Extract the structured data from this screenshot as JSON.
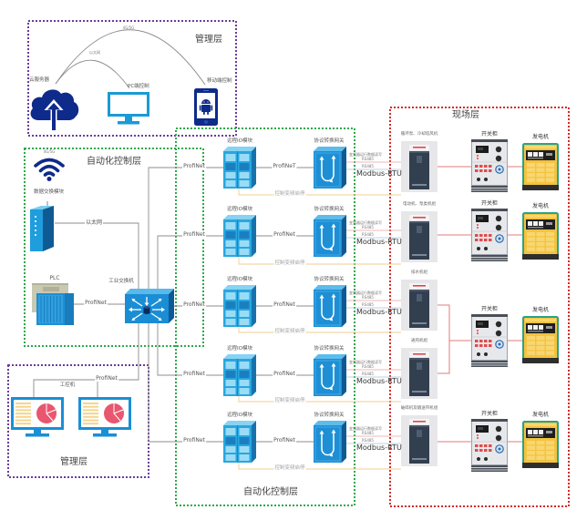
{
  "diagram": {
    "colors": {
      "management_layer": "#6a3d9a",
      "automation_layer": "#2ea84c",
      "field_layer": "#d42a2a",
      "network_line": "#8c8c8c",
      "control_line": "#f2cd92",
      "signal_line_a": "#e9a3a3",
      "signal_line_b": "#a9c1da",
      "power_line": "#e27b7b",
      "device_blue": "#1e8fd5",
      "icon_navy": "#0e2a8a"
    }
  },
  "management_top": {
    "title": "管理层",
    "wireless_link_label": "4G/5G",
    "ethernet_link_label": "以太网",
    "cloud_server_label": "云服务器",
    "pc_control_label": "PC端控制",
    "mobile_control_label": "移动端控制",
    "icons": [
      "cloud-upload-icon",
      "monitor-icon",
      "android-phone-icon"
    ]
  },
  "automation_left": {
    "title": "自动化控制层",
    "wireless_label": "4G/5G",
    "data_exchange_label": "数据交换模块",
    "ethernet_label": "以太网",
    "plc_label": "PLC",
    "plc_link_label": "ProfiNet",
    "switch_label": "工业交换机",
    "icons": [
      "wifi-icon",
      "router-icon",
      "plc-icon",
      "industrial-switch-icon"
    ]
  },
  "management_bottom": {
    "title": "管理层",
    "ipc_label": "工控机",
    "link_label": "ProfiNet",
    "icons": [
      "ipc-monitor-icon",
      "ipc-monitor-icon"
    ]
  },
  "automation_middle": {
    "title": "自动化控制层",
    "rows": [
      {
        "uplink_label": "ProfiNet",
        "io_label": "远程IO模块",
        "link_label": "ProfiNeT",
        "gateway_label": "协议转换网关",
        "control_label": "控制变频启停",
        "signal_label": "变频器运行数据读写",
        "rs485_top": "RS485",
        "rs485_bottom": "RS485",
        "protocol_label": "Modbus-RTU"
      },
      {
        "uplink_label": "ProfiNet",
        "io_label": "远程IO模块",
        "link_label": "ProfiNet",
        "gateway_label": "协议转换网关",
        "control_label": "控制变频启停",
        "signal_label": "变频器运行数据读写",
        "rs485_top": "RS485",
        "rs485_bottom": "RS485",
        "protocol_label": "Modbus-RTU"
      },
      {
        "uplink_label": "ProfiNet",
        "io_label": "远程IO模块",
        "link_label": "ProfiNet",
        "gateway_label": "协议转换网关",
        "control_label": "控制变频启停",
        "signal_label": "变频器运行数据读写",
        "rs485_top": "RS485",
        "rs485_bottom": "RS485",
        "protocol_label": "Modbus-RTU"
      },
      {
        "uplink_label": "ProfiNet",
        "io_label": "远程IO模块",
        "link_label": "ProfiNet",
        "gateway_label": "协议转换网关",
        "control_label": "控制变频启停",
        "signal_label": "变频器运行数据读写",
        "rs485_top": "RS485",
        "rs485_bottom": "RS485",
        "protocol_label": "Modbus-RTU"
      },
      {
        "uplink_label": "ProfiNet",
        "io_label": "远程IO模块",
        "link_label": "ProfiNet",
        "gateway_label": "协议转换网关",
        "control_label": "控制变频启停",
        "signal_label": "变频器运行数据读写",
        "rs485_top": "RS485",
        "rs485_bottom": "RS485",
        "protocol_label": "Modbus-RTU"
      }
    ]
  },
  "field": {
    "title": "现场层",
    "inverters": [
      {
        "label": "循环泵、冷却塔风机"
      },
      {
        "label": "电动机、泵类机组"
      },
      {
        "label": "排水机组"
      },
      {
        "label": "通风机组"
      },
      {
        "label": "破碎机及输送带机组"
      }
    ],
    "power_units": [
      {
        "switchgear_label": "开关柜",
        "generator_label": "发电机"
      },
      {
        "switchgear_label": "开关柜",
        "generator_label": "发电机"
      },
      {
        "switchgear_label": "开关柜",
        "generator_label": "发电机"
      },
      {
        "switchgear_label": "开关柜",
        "generator_label": "发电机"
      }
    ]
  }
}
